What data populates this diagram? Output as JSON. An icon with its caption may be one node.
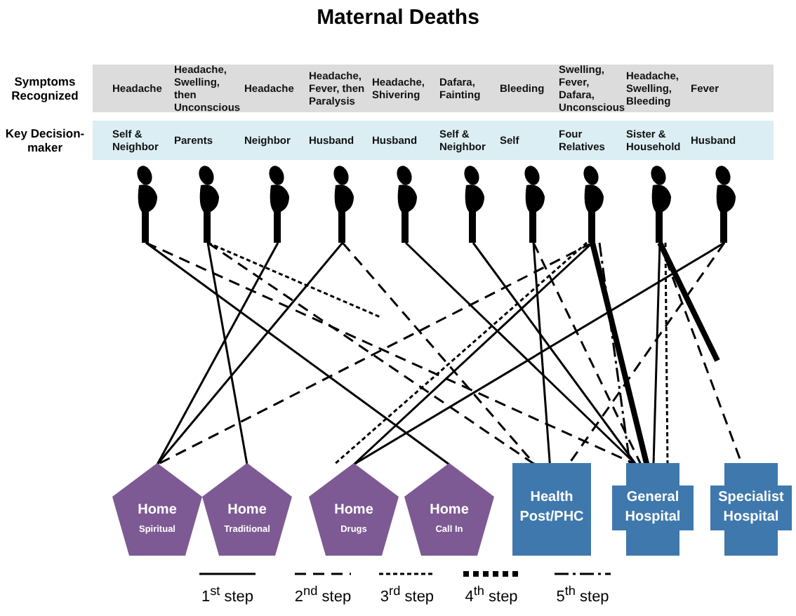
{
  "diagram": {
    "title": "Maternal Deaths",
    "nodes": [
      {
        "text": [],
        "shape": "person"
      },
      {
        "text": [],
        "shape": "person"
      },
      {
        "text": [],
        "shape": "person"
      },
      {
        "text": [],
        "shape": "person"
      },
      {
        "text": [],
        "shape": "person"
      },
      {
        "text": [],
        "shape": "person"
      },
      {
        "text": [],
        "shape": "person"
      },
      {
        "text": [],
        "shape": "person"
      },
      {
        "text": [],
        "shape": "person"
      },
      {
        "text": [],
        "shape": "person"
      },
      {
        "text": [
          "Home",
          "Spiritual"
        ]
      },
      {
        "text": [
          "Home",
          "Traditional"
        ]
      },
      {
        "text": [
          "Home",
          "Drugs"
        ]
      },
      {
        "text": [
          "Home",
          "Call In"
        ]
      },
      {
        "text": [
          "Health Post/PHC"
        ]
      },
      {
        "text": [
          "General Hospital"
        ]
      },
      {
        "text": [
          "Specialist Hospital"
        ]
      }
    ],
    "edges": [
      {
        "from": 0,
        "to": 13,
        "arrow": "none"
      },
      {
        "from": 0,
        "to": 15,
        "arrow": "none",
        "style": "dashed"
      },
      {
        "from": 1,
        "to": 11,
        "arrow": "none"
      },
      {
        "from": 1,
        "to": 14,
        "arrow": "none",
        "style": "dashed"
      },
      {
        "from": 1,
        "to": null,
        "arrow": "none",
        "style": "dashed"
      },
      {
        "from": 2,
        "to": 10,
        "arrow": "none"
      },
      {
        "from": 3,
        "to": 10,
        "arrow": "none"
      },
      {
        "from": 3,
        "to": 14,
        "arrow": "none",
        "style": "dashed"
      },
      {
        "from": 4,
        "to": 15,
        "arrow": "none"
      },
      {
        "from": 5,
        "to": 15,
        "arrow": "none"
      },
      {
        "from": 6,
        "to": 14,
        "arrow": "none"
      },
      {
        "from": 6,
        "to": 15,
        "arrow": "none",
        "style": "dashed"
      },
      {
        "from": 7,
        "to": 10,
        "arrow": "none",
        "style": "dashed"
      },
      {
        "from": 7,
        "to": 12,
        "arrow": "none",
        "style": "dashed"
      },
      {
        "from": 7,
        "to": 12,
        "arrow": "none"
      },
      {
        "from": 7,
        "to": 15,
        "arrow": "none",
        "style": "thick"
      },
      {
        "from": 7,
        "to": 15,
        "arrow": "none",
        "style": "dashed"
      },
      {
        "from": 8,
        "to": 15,
        "arrow": "none"
      },
      {
        "from": 8,
        "to": 15,
        "arrow": "none",
        "style": "dashed"
      },
      {
        "from": 8,
        "to": null,
        "arrow": "none",
        "style": "thick"
      },
      {
        "from": 8,
        "to": 16,
        "arrow": "none",
        "style": "dashed"
      },
      {
        "from": 9,
        "to": 12,
        "arrow": "none"
      },
      {
        "from": 9,
        "to": 14,
        "arrow": "none",
        "style": "dashed"
      }
    ],
    "labels": [
      "Symptoms Recognized",
      "Headache",
      "Headache, Swelling, then Unconscious",
      "Headache",
      "Headache, Fever, then Paralysis",
      "Headache, Shivering",
      "Dafara, Fainting",
      "Bleeding",
      "Swelling, Fever, Dafara, Unconscious",
      "Headache, Swelling, Bleeding",
      "Fever",
      "Key Decision-maker",
      "Self & Neighbor",
      "Parents",
      "Neighbor",
      "Husband",
      "Husband",
      "Self & Neighbor",
      "Self",
      "Four Relatives",
      "Sister & Household",
      "Husband"
    ],
    "legend": [
      {
        "text": "1$^{st}$ step"
      },
      {
        "text": "2$^{nd}$ step"
      },
      {
        "text": "3$^{rd}$ step"
      },
      {
        "text": "4$^{th}$  step"
      },
      {
        "text": "5$^{th}$ step"
      }
    ]
  }
}
